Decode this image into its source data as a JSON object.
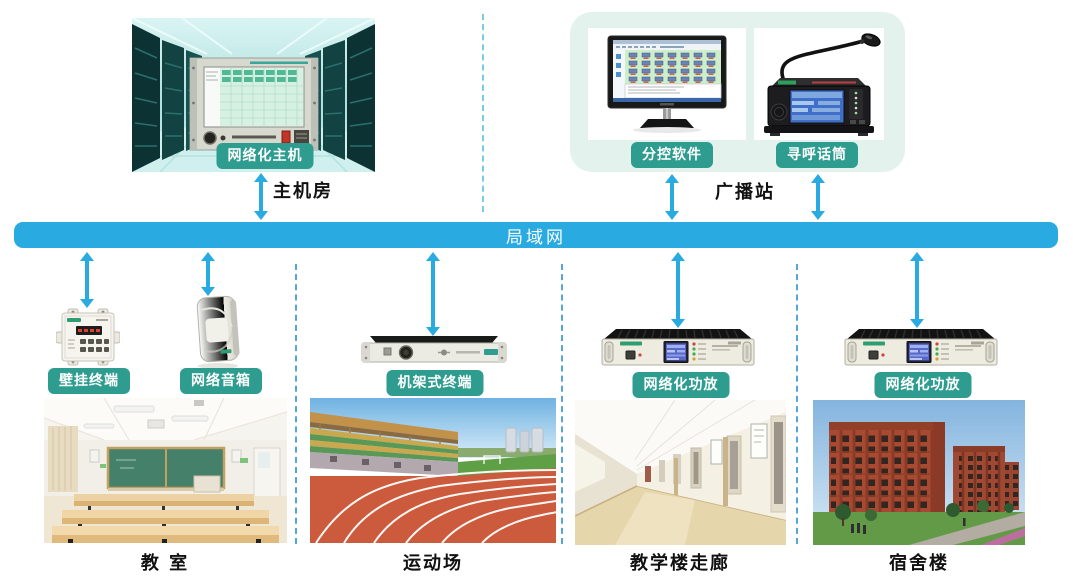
{
  "colors": {
    "badge": "#2e9c8f",
    "lan": "#29abe2",
    "arrow": "#29abe2",
    "divider": "#55a5d6",
    "divider-top": "#76cde6",
    "panel": "#e4f2ee"
  },
  "lan": {
    "label": "局域网"
  },
  "host_room": {
    "badge": "网络化主机",
    "caption": "主机房"
  },
  "broadcast": {
    "software_badge": "分控软件",
    "mic_badge": "寻呼话筒",
    "caption": "广播站"
  },
  "classroom": {
    "terminal_badge": "壁挂终端",
    "speaker_badge": "网络音箱",
    "caption": "教 室"
  },
  "sports": {
    "terminal_badge": "机架式终端",
    "caption": "运动场"
  },
  "corridor": {
    "amp_badge": "网络化功放",
    "caption": "教学楼走廊"
  },
  "dormitory": {
    "amp_badge": "网络化功放",
    "caption": "宿舍楼"
  }
}
